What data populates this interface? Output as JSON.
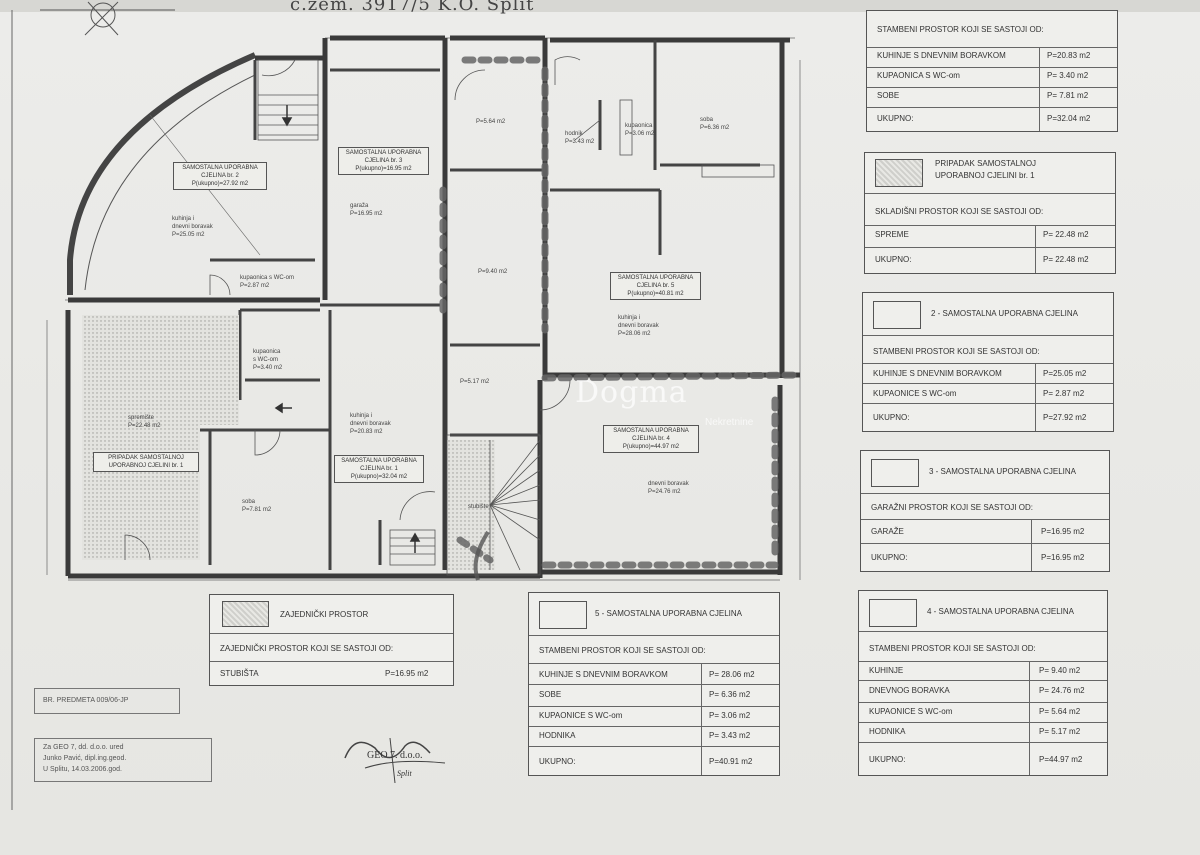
{
  "header": {
    "cadastre": "c.zem. 3917/5 K.O. Split"
  },
  "watermark": {
    "brand": "Dogma",
    "sub": "Nekretnine"
  },
  "rooms": [
    {
      "key": "unit2_box",
      "lines": [
        "SAMOSTALNA UPORABNA",
        "CJELINA br. 2",
        "P(ukupno)=27.92 m2"
      ]
    },
    {
      "key": "unit3_box",
      "lines": [
        "SAMOSTALNA UPORABNA",
        "CJELINA br. 3",
        "P(ukupno)=16.95 m2"
      ]
    },
    {
      "key": "unit5_box",
      "lines": [
        "SAMOSTALNA UPORABNA",
        "CJELINA br. 5",
        "P(ukupno)=40.81 m2"
      ]
    },
    {
      "key": "unit4_box",
      "lines": [
        "SAMOSTALNA UPORABNA",
        "CJELINA br. 4",
        "P(ukupno)=44.97 m2"
      ]
    },
    {
      "key": "unit1_box",
      "lines": [
        "SAMOSTALNA UPORABNA",
        "CJELINA br. 1",
        "P(ukupno)=32.04 m2"
      ]
    },
    {
      "key": "annex_box",
      "lines": [
        "PRIPADAK SAMOSTALNOJ",
        "UPORABNOJ CJELINI br. 1"
      ]
    }
  ],
  "room_labels": {
    "kuh2": [
      "kuhinja i",
      "dnevni boravak",
      "P=25.05 m2"
    ],
    "kup2": [
      "kupaonica s WC-om",
      "P=2.87 m2"
    ],
    "garaza": [
      "garaža",
      "P=16.95 m2"
    ],
    "kuh5": [
      "kuhinja i",
      "dnevni boravak",
      "P=28.06 m2"
    ],
    "soba5": [
      "soba",
      "P=6.36 m2"
    ],
    "hod5": [
      "hodnik",
      "P=3.43 m2"
    ],
    "kup5": [
      "kupaonica",
      "P=3.06 m2"
    ],
    "kuh4a": [
      "P=9.40 m2"
    ],
    "kup4": [
      "P=5.64 m2"
    ],
    "hod4": [
      "P=5.17 m2"
    ],
    "dnevni4": [
      "dnevni boravak",
      "P=24.76 m2"
    ],
    "spremiste": [
      "spremište",
      "P=22.48 m2"
    ],
    "kup1": [
      "kupaonica",
      "s WC-om",
      "P=3.40 m2"
    ],
    "soba1": [
      "soba",
      "P=7.81 m2"
    ],
    "kuh1": [
      "kuhinja i",
      "dnevni boravak",
      "P=20.83 m2"
    ],
    "stub": [
      "stubište"
    ]
  },
  "tables": {
    "t1": {
      "rows": [
        {
          "label": "STAMBENI PROSTOR KOJI SE SASTOJI OD:",
          "value": ""
        },
        {
          "label": "KUHINJE S DNEVNIM BORAVKOM",
          "value": "P=20.83 m2"
        },
        {
          "label": "KUPAONICA S WC-om",
          "value": "P= 3.40 m2"
        },
        {
          "label": "SOBE",
          "value": "P= 7.81 m2"
        },
        {
          "label": "UKUPNO:",
          "value": "P=32.04 m2"
        }
      ]
    },
    "tpripadak": {
      "title": [
        "PRIPADAK SAMOSTALNOJ",
        "UPORABNOJ CJELINI br. 1"
      ],
      "rows": [
        {
          "label": "SKLADIŠNI PROSTOR KOJI SE SASTOJI OD:",
          "value": ""
        },
        {
          "label": "SPREME",
          "value": "P= 22.48 m2"
        },
        {
          "label": "UKUPNO:",
          "value": "P= 22.48 m2"
        }
      ]
    },
    "t2": {
      "title": "2 - SAMOSTALNA UPORABNA CJELINA",
      "rows": [
        {
          "label": "STAMBENI PROSTOR KOJI SE SASTOJI OD:",
          "value": ""
        },
        {
          "label": "KUHINJE S DNEVNIM BORAVKOM",
          "value": "P=25.05 m2"
        },
        {
          "label": "KUPAONICE S WC-om",
          "value": "P= 2.87 m2"
        },
        {
          "label": "UKUPNO:",
          "value": "P=27.92 m2"
        }
      ]
    },
    "t3": {
      "title": "3 - SAMOSTALNA UPORABNA CJELINA",
      "rows": [
        {
          "label": "GARAŽNI PROSTOR KOJI SE SASTOJI OD:",
          "value": ""
        },
        {
          "label": "GARAŽE",
          "value": "P=16.95 m2"
        },
        {
          "label": "UKUPNO:",
          "value": "P=16.95 m2"
        }
      ]
    },
    "t4": {
      "title": "4 - SAMOSTALNA UPORABNA CJELINA",
      "rows": [
        {
          "label": "STAMBENI PROSTOR KOJI SE SASTOJI OD:",
          "value": ""
        },
        {
          "label": "KUHINJE",
          "value": "P= 9.40 m2"
        },
        {
          "label": "DNEVNOG BORAVKA",
          "value": "P= 24.76 m2"
        },
        {
          "label": "KUPAONICE S WC-om",
          "value": "P= 5.64 m2"
        },
        {
          "label": "HODNIKA",
          "value": "P= 5.17 m2"
        },
        {
          "label": "UKUPNO:",
          "value": "P=44.97 m2"
        }
      ]
    },
    "t5": {
      "title": "5 - SAMOSTALNA UPORABNA CJELINA",
      "rows": [
        {
          "label": "STAMBENI PROSTOR KOJI SE SASTOJI OD:",
          "value": ""
        },
        {
          "label": "KUHINJE S DNEVNIM BORAVKOM",
          "value": "P= 28.06 m2"
        },
        {
          "label": "SOBE",
          "value": "P= 6.36 m2"
        },
        {
          "label": "KUPAONICE S WC-om",
          "value": "P= 3.06 m2"
        },
        {
          "label": "HODNIKA",
          "value": "P= 3.43 m2"
        },
        {
          "label": "UKUPNO:",
          "value": "P=40.91 m2"
        }
      ]
    },
    "tzaj": {
      "title": "ZAJEDNIČKI PROSTOR",
      "rows": [
        {
          "label": "ZAJEDNIČKI PROSTOR KOJI SE SASTOJI OD:",
          "value": ""
        },
        {
          "label": "STUBIŠTA",
          "value": "P=16.95 m2"
        }
      ]
    }
  },
  "notes": {
    "br_predmeta": "BR. PREDMETA 009/06-JP",
    "office": [
      "Za GEO 7, dd. d.o.o. ured",
      "Junko Pavić, dipl.ing.geod.",
      "U Splitu, 14.03.2006.god."
    ],
    "stamp": "GEO 7. d.o.o.",
    "stamp_city": "Split"
  },
  "colors": {
    "paper": "#e9e9e4",
    "ink": "#333333",
    "hatch": "#cfcfcb",
    "marker": "#666666"
  }
}
